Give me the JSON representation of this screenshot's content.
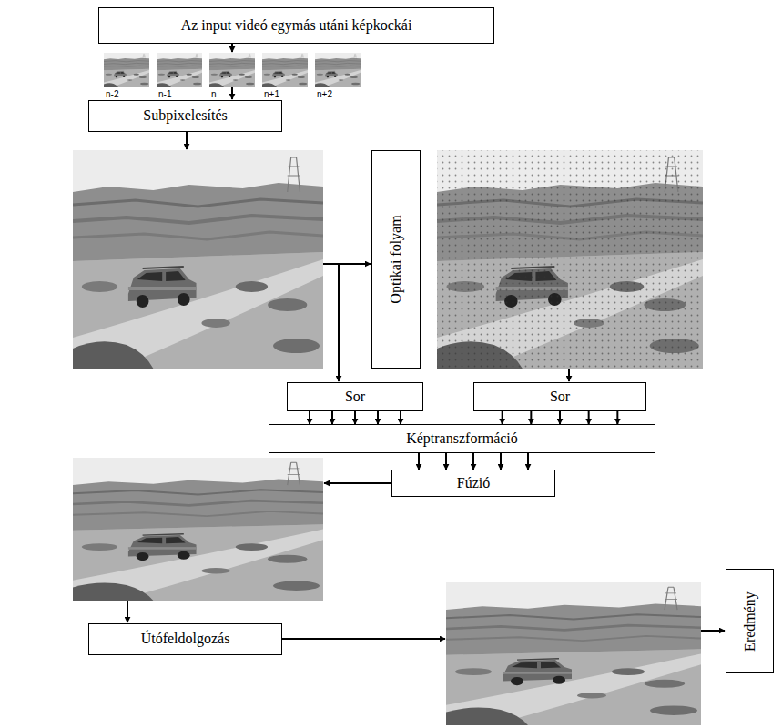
{
  "diagram": {
    "nodes": [
      {
        "text": [
          "Az input videó egymás utáni képkockái"
        ]
      },
      {
        "text": [
          "Subpixelesítés"
        ]
      },
      {
        "text": [
          "Optikai folyam"
        ]
      },
      {
        "text": [
          "Sor"
        ]
      },
      {
        "text": [
          "Sor"
        ]
      },
      {
        "text": [
          "Képtranszformáció"
        ]
      },
      {
        "text": [
          "Fúzió"
        ]
      },
      {
        "text": [
          "Útófeldolgozás"
        ]
      },
      {
        "text": [
          "Eredmény"
        ]
      }
    ],
    "edges": [
      {
        "from": 3,
        "to": 5,
        "arrow": "to"
      },
      {
        "from": 3,
        "to": 5,
        "arrow": "to"
      },
      {
        "from": 3,
        "to": 5,
        "arrow": "to"
      },
      {
        "from": 3,
        "to": 5,
        "arrow": "to"
      },
      {
        "from": 3,
        "to": 5,
        "arrow": "to"
      },
      {
        "from": 4,
        "to": 5,
        "arrow": "to"
      },
      {
        "from": 4,
        "to": 5,
        "arrow": "to"
      },
      {
        "from": 4,
        "to": 5,
        "arrow": "to"
      },
      {
        "from": 4,
        "to": 5,
        "arrow": "to"
      },
      {
        "from": 4,
        "to": 5,
        "arrow": "to"
      },
      {
        "from": 5,
        "to": 6,
        "arrow": "to"
      },
      {
        "from": 5,
        "to": 6,
        "arrow": "to"
      },
      {
        "from": 5,
        "to": 6,
        "arrow": "to"
      },
      {
        "from": 5,
        "to": 6,
        "arrow": "to"
      },
      {
        "from": 5,
        "to": 6,
        "arrow": "to"
      }
    ],
    "labels": [
      "n-2",
      "n-1",
      "n",
      "n+1",
      "n+2"
    ]
  }
}
